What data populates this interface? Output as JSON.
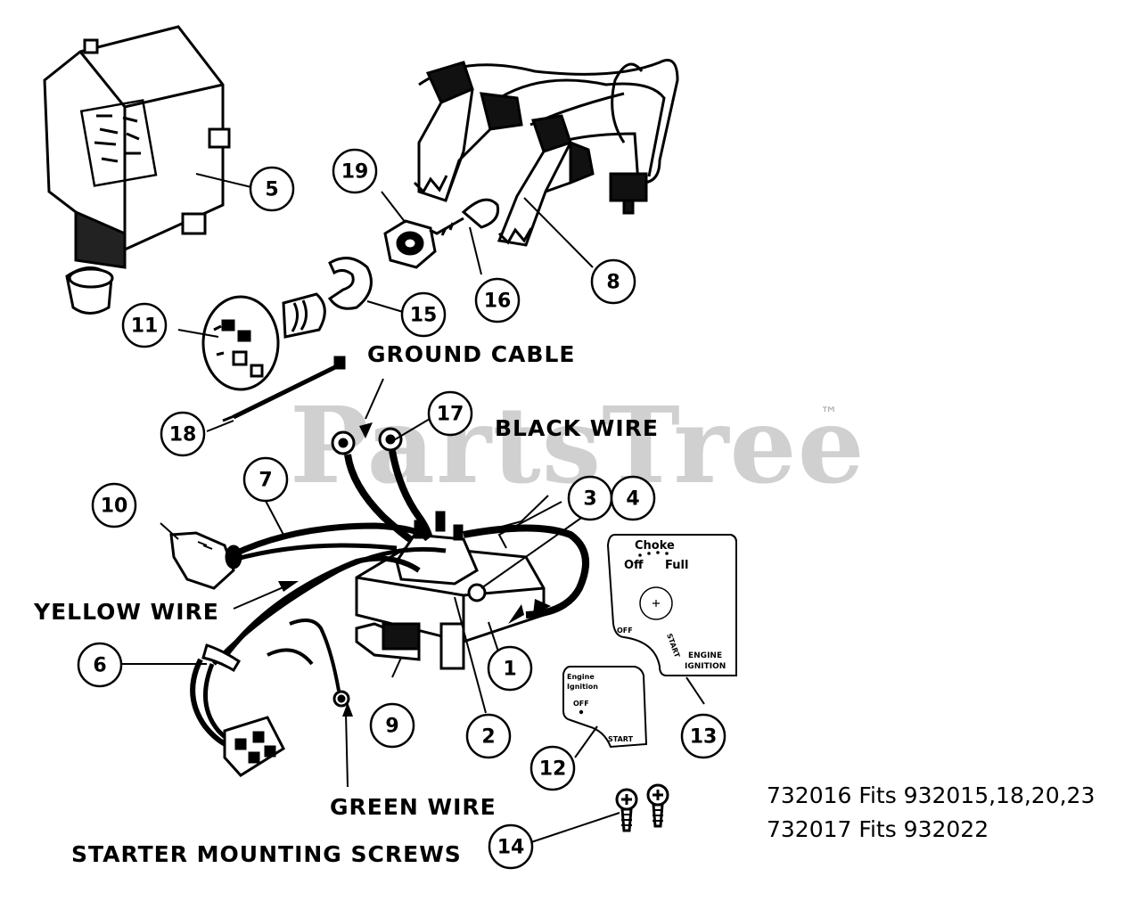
{
  "watermark": {
    "text": "PartsTree",
    "tm": "™"
  },
  "labels": {
    "ground_cable": "GROUND CABLE",
    "black_wire": "BLACK WIRE",
    "yellow_wire": "YELLOW WIRE",
    "green_wire": "GREEN WIRE",
    "starter_mounting_screws": "STARTER MOUNTING SCREWS"
  },
  "callouts": {
    "c1": "1",
    "c2": "2",
    "c3": "3",
    "c4": "4",
    "c5": "5",
    "c6": "6",
    "c7": "7",
    "c8": "8",
    "c9": "9",
    "c10": "10",
    "c11": "11",
    "c12": "12",
    "c13": "13",
    "c14": "14",
    "c15": "15",
    "c16": "16",
    "c17": "17",
    "c18": "18",
    "c19": "19"
  },
  "panel13": {
    "choke": "Choke",
    "off": "Off",
    "full": "Full",
    "off_small": "OFF",
    "start": "START",
    "engine": "ENGINE",
    "ignition": "IGNITION"
  },
  "panel12": {
    "engine": "Engine",
    "ignition": "Ignition",
    "off": "OFF",
    "start": "START"
  },
  "fits": {
    "line1": "732016 Fits 932015,18,20,23",
    "line2": "732017 Fits 932022"
  }
}
